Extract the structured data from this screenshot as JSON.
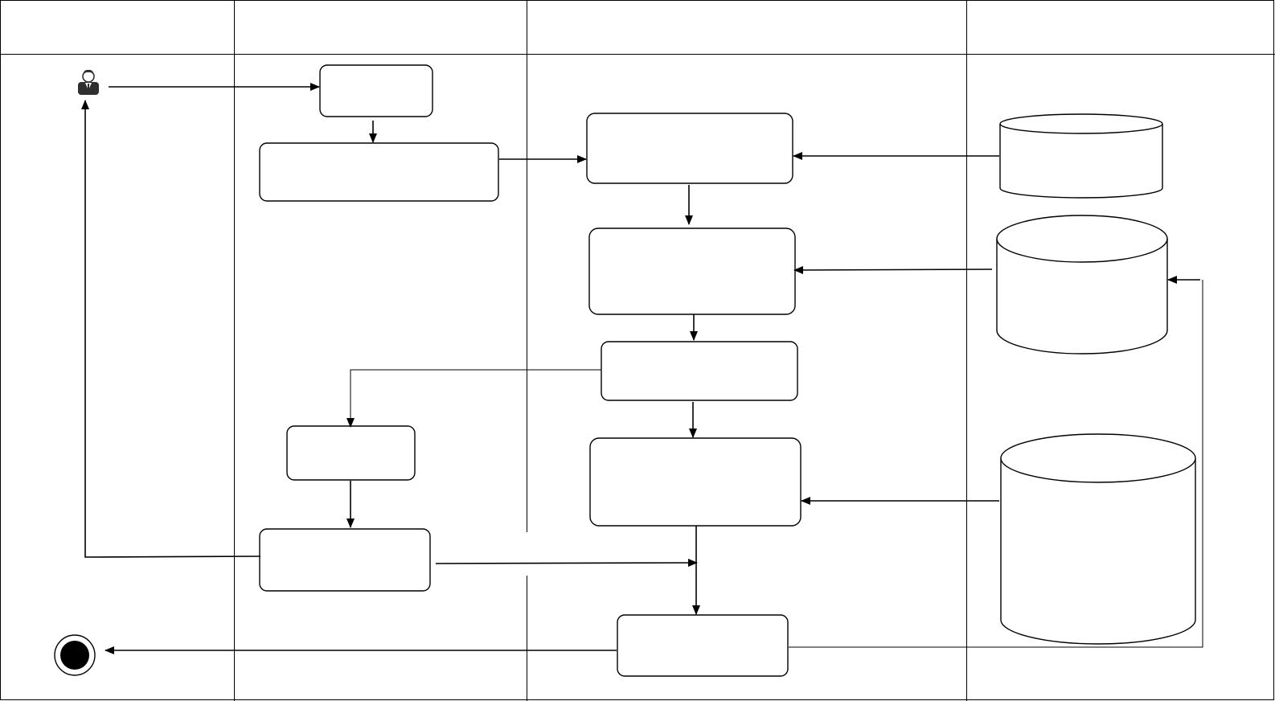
{
  "diagram": {
    "type": "swimlane-activity",
    "lanes": [
      {
        "id": "lane-1",
        "label": ""
      },
      {
        "id": "lane-2",
        "label": ""
      },
      {
        "id": "lane-3",
        "label": ""
      },
      {
        "id": "lane-4",
        "label": ""
      }
    ],
    "nodes": [
      {
        "id": "actor",
        "kind": "actor-icon",
        "label": ""
      },
      {
        "id": "step-1",
        "kind": "activity",
        "label": ""
      },
      {
        "id": "step-2",
        "kind": "activity",
        "label": ""
      },
      {
        "id": "step-3",
        "kind": "activity",
        "label": ""
      },
      {
        "id": "step-4",
        "kind": "activity",
        "label": ""
      },
      {
        "id": "step-5",
        "kind": "activity",
        "label": ""
      },
      {
        "id": "step-6",
        "kind": "activity",
        "label": ""
      },
      {
        "id": "step-7",
        "kind": "activity",
        "label": ""
      },
      {
        "id": "step-8",
        "kind": "activity",
        "label": ""
      },
      {
        "id": "step-9",
        "kind": "activity",
        "label": ""
      },
      {
        "id": "db-1",
        "kind": "datastore",
        "label": ""
      },
      {
        "id": "db-2",
        "kind": "datastore",
        "label": ""
      },
      {
        "id": "db-3",
        "kind": "datastore",
        "label": ""
      },
      {
        "id": "end",
        "kind": "final-node",
        "label": ""
      }
    ],
    "edges": [
      {
        "from": "actor",
        "to": "step-1"
      },
      {
        "from": "step-1",
        "to": "step-2"
      },
      {
        "from": "step-2",
        "to": "step-3"
      },
      {
        "from": "db-1",
        "to": "step-3"
      },
      {
        "from": "step-3",
        "to": "step-4"
      },
      {
        "from": "db-2",
        "to": "step-4"
      },
      {
        "from": "step-4",
        "to": "step-5"
      },
      {
        "from": "step-5",
        "to": "step-6"
      },
      {
        "from": "step-5",
        "to": "step-7"
      },
      {
        "from": "db-3",
        "to": "step-7"
      },
      {
        "from": "step-6",
        "to": "step-8"
      },
      {
        "from": "step-8",
        "to": "actor"
      },
      {
        "from": "step-8",
        "to": "step-9"
      },
      {
        "from": "step-7",
        "to": "step-9"
      },
      {
        "from": "step-9",
        "to": "end"
      },
      {
        "from": "step-9",
        "to": "db-2"
      }
    ]
  }
}
